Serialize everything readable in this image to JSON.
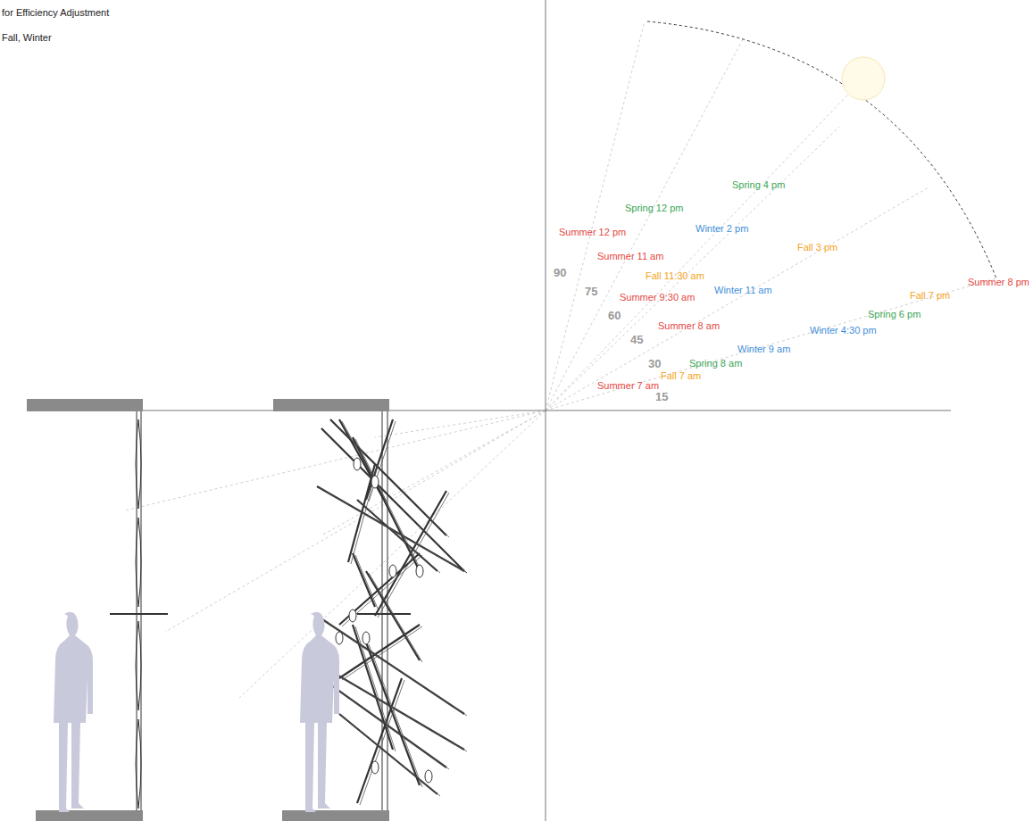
{
  "diagram": {
    "labels": [
      "for Efficiency Adjustment",
      "Fall, Winter",
      "Spring 4 pm",
      "Spring 12 pm",
      "Winter 2 pm",
      "Summer 12 pm",
      "Fall 3 pm",
      "Summer 11 am",
      "90",
      "Fall 11:30 am",
      "Summer 8 pm",
      "Winter 11 am",
      "75",
      "Summer 9:30 am",
      "Fall 7 pm",
      "60",
      "Spring 6 pm",
      "Summer 8 am",
      "Winter 4:30 pm",
      "45",
      "Winter 9 am",
      "30",
      "Spring 8 am",
      "Fall 7 am",
      "Summer 7 am",
      "15"
    ]
  }
}
